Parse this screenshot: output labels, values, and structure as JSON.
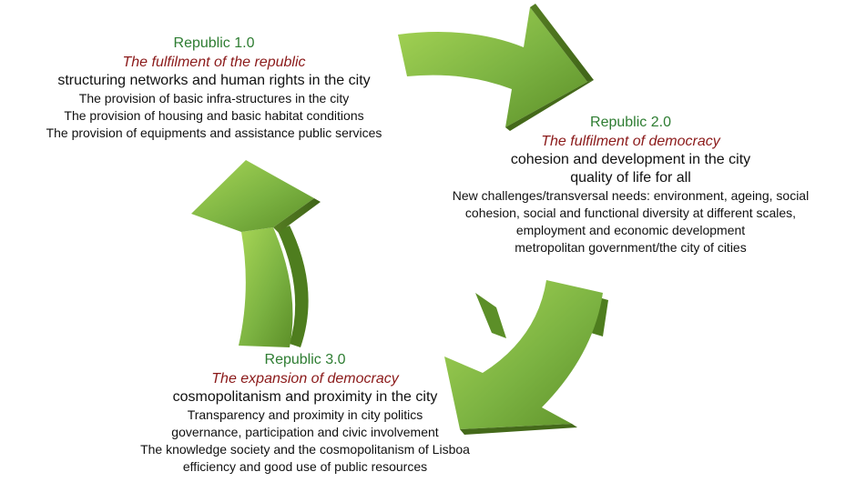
{
  "blocks": [
    {
      "heading": "Republic 1.0",
      "subtitle": "The fulfilment of the republic",
      "lead": "structuring networks and human rights in the city",
      "items": [
        "The provision of basic infra-structures in the city",
        "The provision of housing and basic habitat conditions",
        "The provision of equipments and assistance public services"
      ]
    },
    {
      "heading": "Republic 2.0",
      "subtitle": "The fulfilment of democracy",
      "lead": "cohesion and development in the city",
      "lead2": "quality of life for all",
      "items": [
        "New challenges/transversal needs: environment, ageing, social",
        "cohesion, social and functional diversity at different scales,",
        "employment and economic development",
        "metropolitan government/the city of cities"
      ]
    },
    {
      "heading": "Republic 3.0",
      "subtitle": "The expansion of democracy",
      "lead": "cosmopolitanism and proximity in the city",
      "items": [
        "Transparency and proximity in city politics",
        "governance, participation and civic involvement",
        "The knowledge society and the cosmopolitanism of Lisboa",
        "efficiency and good use of public resources"
      ]
    }
  ],
  "colors": {
    "heading": "#2e7d32",
    "subtitle": "#8b1a1a",
    "arrow_light": "#9ccc4a",
    "arrow_mid": "#7cb342",
    "arrow_dark": "#4e7d1e"
  }
}
